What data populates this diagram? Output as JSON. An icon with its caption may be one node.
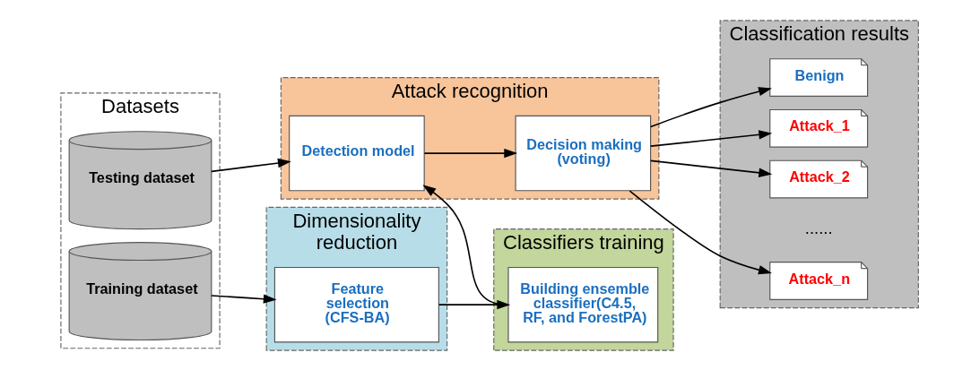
{
  "diagram": {
    "nodes": [
      {
        "text": [
          "Datasets"
        ]
      },
      {
        "text": [
          "Training dataset"
        ],
        "in": 0
      },
      {
        "text": [
          "Testing dataset"
        ],
        "in": 0
      },
      {
        "text": [
          "Dimensionality reduction"
        ]
      },
      {
        "text": [
          "Feature selection (CFS-BA)"
        ],
        "in": 3
      },
      {
        "text": [
          "Classifiers training"
        ]
      },
      {
        "text": [
          "Building ensemble classifier(C4.5, RF, and ForestPA)"
        ],
        "in": 5
      },
      {
        "text": [
          "Attack recognition"
        ]
      },
      {
        "text": [
          "Detection model"
        ],
        "in": 7
      },
      {
        "text": [
          "Decision making (voting)"
        ],
        "in": 7
      },
      {
        "text": [
          "Classification results"
        ]
      },
      {
        "text": [
          "Benign"
        ],
        "in": 10
      },
      {
        "text": [
          "Attack_1"
        ],
        "in": 10
      },
      {
        "text": [
          "Attack_2"
        ],
        "in": 10
      },
      {
        "text": [
          "Attack_n"
        ],
        "in": 10
      }
    ],
    "edges": [
      {
        "from": 1,
        "to": 4,
        "arrow": "to"
      },
      {
        "from": 4,
        "to": 6,
        "arrow": "to"
      },
      {
        "from": 6,
        "to": 8,
        "arrow": "to"
      },
      {
        "from": 2,
        "to": 8,
        "arrow": "to"
      },
      {
        "from": 8,
        "to": 9,
        "arrow": "to"
      },
      {
        "from": 9,
        "to": 11,
        "arrow": "to"
      },
      {
        "from": 9,
        "to": 12,
        "arrow": "to"
      },
      {
        "from": 9,
        "to": 13,
        "arrow": "to"
      },
      {
        "from": 9,
        "to": 14,
        "arrow": "to"
      }
    ],
    "labels": [
      "......"
    ]
  }
}
